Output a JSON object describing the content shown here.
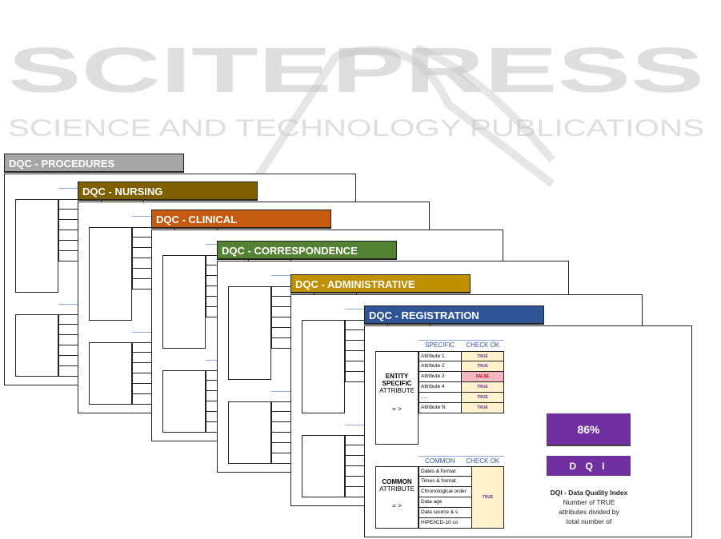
{
  "watermark": {
    "name": "SCITEPRESS",
    "tagline": "SCIENCE AND TECHNOLOGY PUBLICATIONS"
  },
  "cards": [
    {
      "title": "DQC  -  PROCEDURES",
      "color": "#a6a6a6"
    },
    {
      "title": "DQC  -  NURSING",
      "color": "#7f6000"
    },
    {
      "title": "DQC  -  CLINICAL",
      "color": "#c55a11"
    },
    {
      "title": "DQC  -  CORRESPONDENCE",
      "color": "#548235"
    },
    {
      "title": "DQC  -  ADMINISTRATIVE",
      "color": "#bf9000"
    },
    {
      "title": "DQC  -  REGISTRATION",
      "color": "#2f5597"
    }
  ],
  "specific": {
    "header": "SPECIFIC",
    "check_header": "CHECK OK",
    "label_line1": "ENTITY",
    "label_line2": "SPECIFIC",
    "label_line3": "ATTRIBUTE",
    "arrow": "= >",
    "rows": [
      {
        "name": "Attribute 1",
        "check": "TRUE"
      },
      {
        "name": "Attribute 2",
        "check": "TRUE"
      },
      {
        "name": "Attribute 3",
        "check": "FALSE"
      },
      {
        "name": "Attribute 4",
        "check": "TRUE"
      },
      {
        "name": ".....",
        "check": "TRUE"
      },
      {
        "name": "Attribute N",
        "check": "TRUE"
      }
    ]
  },
  "common": {
    "header": "COMMON",
    "check_header": "CHECK OK",
    "label_line1": "COMMON",
    "label_line2": "ATTRIBUTE",
    "arrow": "= >",
    "check": "TRUE",
    "rows": [
      "Dates & format",
      "Times & format",
      "Chronological order",
      "Data age",
      "Data source & s",
      "HIPE/ICD-10 co"
    ]
  },
  "dqi": {
    "value": "86%",
    "label": "D Q I",
    "desc_title": "DQI - Data Quality Index",
    "desc_line1": "Number of TRUE",
    "desc_line2": "attributes divided by",
    "desc_line3": "total number of"
  }
}
